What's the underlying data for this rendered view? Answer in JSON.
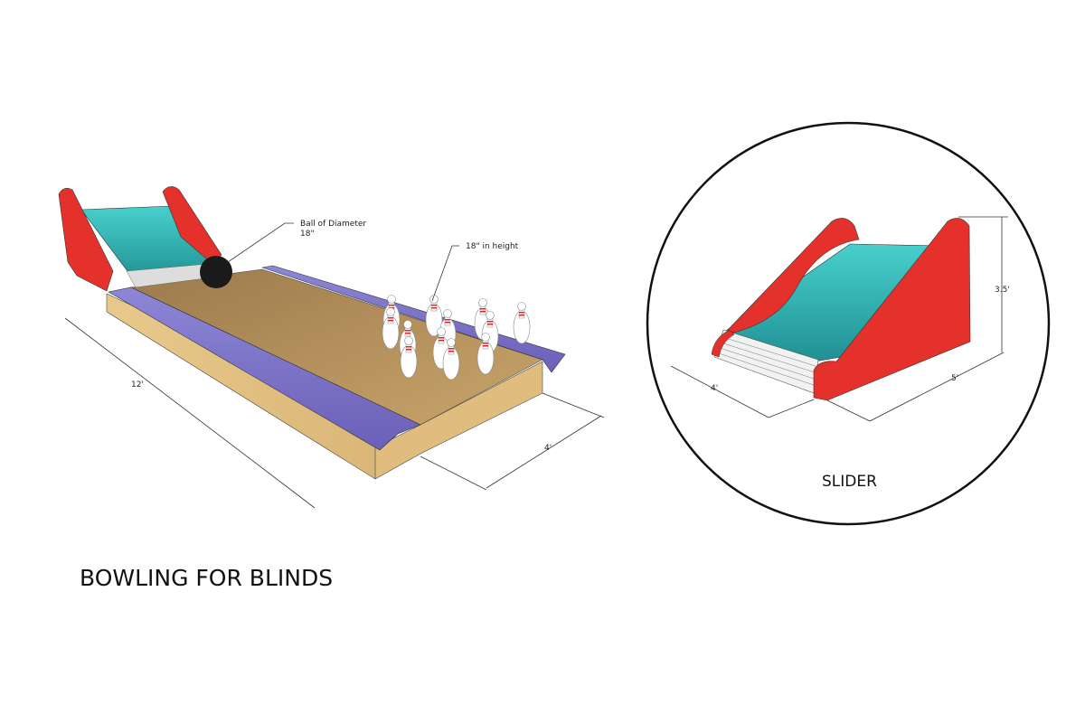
{
  "title": "BOWLING FOR BLINDS",
  "annotations": {
    "ball": [
      "Ball of Diameter",
      "18\""
    ],
    "pin_height": "18\" in height",
    "lane_length": "12'",
    "lane_width": "4'"
  },
  "slider": {
    "label": "SLIDER",
    "width": "4'",
    "depth": "5'",
    "height": "3.5'"
  },
  "colors": {
    "red": "#e5312b",
    "teal": "#3cc4c4",
    "purple": "#7b72c8",
    "wood": "#c8a266"
  }
}
